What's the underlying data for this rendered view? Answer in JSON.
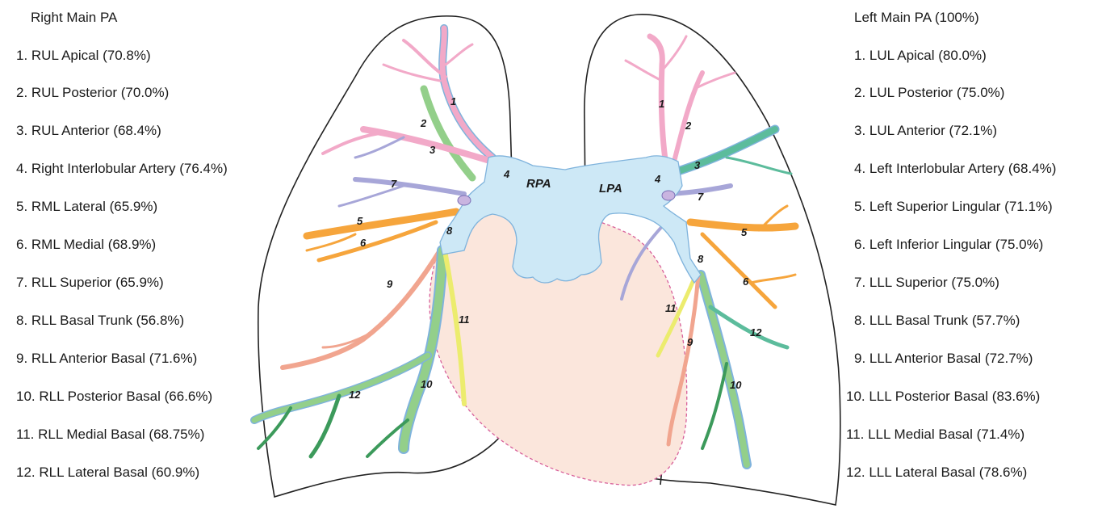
{
  "left_legend": {
    "title": "Right Main PA",
    "items": [
      "1. RUL Apical (70.8%)",
      "2. RUL Posterior (70.0%)",
      "3. RUL Anterior (68.4%)",
      "4. Right Interlobular Artery (76.4%)",
      "5. RML Lateral (65.9%)",
      "6. RML Medial (68.9%)",
      "7. RLL Superior (65.9%)",
      "8. RLL Basal Trunk (56.8%)",
      "9. RLL Anterior Basal (71.6%)",
      "10. RLL Posterior Basal (66.6%)",
      "11. RLL Medial Basal (68.75%)",
      "12. RLL Lateral Basal (60.9%)"
    ]
  },
  "right_legend": {
    "title": "Left Main PA (100%)",
    "items": [
      "1. LUL Apical (80.0%)",
      "2. LUL Posterior (75.0%)",
      "3. LUL Anterior (72.1%)",
      "4. Left Interlobular Artery (68.4%)",
      "5. Left Superior Lingular (71.1%)",
      "6. Left Inferior Lingular (75.0%)",
      "7. LLL Superior (75.0%)",
      "8. LLL Basal Trunk (57.7%)",
      "9. LLL Anterior Basal (72.7%)",
      "10. LLL Posterior Basal (83.6%)",
      "11. LLL Medial Basal (71.4%)",
      "12. LLL Lateral Basal (78.6%)"
    ]
  },
  "diagram": {
    "rpa_label": "RPA",
    "lpa_label": "LPA",
    "right_segments": [
      "1",
      "2",
      "3",
      "4",
      "5",
      "6",
      "7",
      "8",
      "9",
      "10",
      "11",
      "12"
    ],
    "left_segments": [
      "1",
      "2",
      "3",
      "4",
      "5",
      "6",
      "7",
      "8",
      "9",
      "10",
      "11",
      "12"
    ]
  },
  "colors": {
    "trunk": "#cde8f6",
    "outline": "#7fb3dc",
    "pink": "#f2a9c8",
    "green": "#93cf8a",
    "lavender": "#a7a6d8",
    "orange": "#f6a53c",
    "salmon": "#f1a58f",
    "yellow": "#ecec6e",
    "dark_green": "#3c9a5b",
    "teal": "#5cbc9c",
    "heart_fill": "#fbe6dc",
    "heart_line": "#d8609a"
  }
}
